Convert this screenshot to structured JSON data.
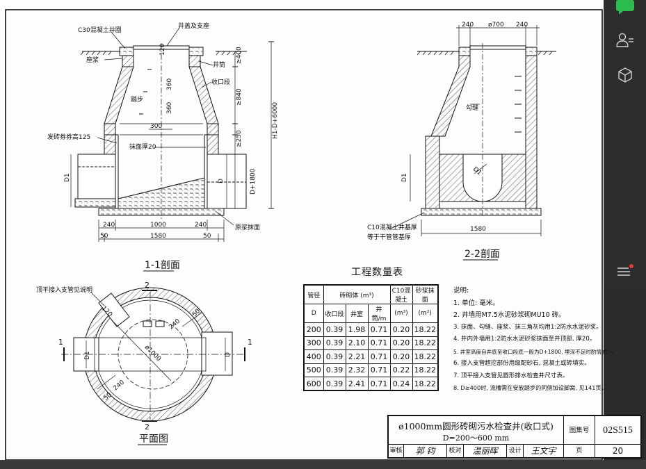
{
  "drawing": {
    "section_11": {
      "title": "1-1剖面",
      "labels": {
        "c30_ring": "C30混凝土井圈",
        "cover": "井盖及支座",
        "mortar": "座浆",
        "shaft": "井筒",
        "step": "踏步",
        "reducer": "收口段",
        "brick_arch": "发砖券券高125",
        "plaster": "抹面厚20",
        "base_label": "原浆抹面"
      },
      "dims": {
        "d120": "120",
        "d360a": "360",
        "d360b": "360",
        "d300": "300",
        "d400": "≥400",
        "d840": "≥840",
        "d250": "≥250",
        "dD1800": "D+1800",
        "dH": "H1-D+6000",
        "dD1": "D1",
        "dD": "D",
        "b240a": "240",
        "b1000": "1000",
        "b240b": "240",
        "b50a": "50",
        "b1580": "1580",
        "b50b": "50"
      }
    },
    "section_22": {
      "title": "2-2剖面",
      "labels": {
        "joint": "勾缝",
        "base": "C10混凝土井基厚",
        "base2": "等于干管管基厚"
      },
      "dims": {
        "t240a": "240",
        "t700": "ø700",
        "t240b": "240",
        "dD1": "D1",
        "dD": "D1",
        "b1580": "1580"
      }
    },
    "plan": {
      "title": "平面图",
      "labels": {
        "top_flat": "顶平接入支管见说明",
        "d1000": "ø1000",
        "d240a": "240",
        "d240b": "240",
        "d50a": "50",
        "d50b": "50",
        "d120": "120",
        "d1": "D1",
        "d": "D",
        "sec1": "1",
        "sec1b": "1",
        "sec2": "2",
        "sec2b": "2"
      }
    }
  },
  "quantity_table": {
    "title": "工程数量表",
    "headers": {
      "diameter": "管径",
      "diameter_sub": "D",
      "brick": "砖砌体 (m³)",
      "c10": "C10混凝土",
      "c10_unit": "(m³)",
      "plaster": "砂浆抹面",
      "plaster_unit": "(m²)",
      "brick_sub": [
        "收口段",
        "井室",
        "井筒/m"
      ]
    },
    "rows": [
      [
        "200",
        "0.39",
        "1.98",
        "0.71",
        "0.20",
        "18.22"
      ],
      [
        "300",
        "0.39",
        "2.10",
        "0.71",
        "0.20",
        "18.22"
      ],
      [
        "400",
        "0.39",
        "2.21",
        "0.71",
        "0.20",
        "18.22"
      ],
      [
        "500",
        "0.39",
        "2.32",
        "0.71",
        "0.22",
        "18.22"
      ],
      [
        "600",
        "0.39",
        "2.41",
        "0.71",
        "0.24",
        "18.22"
      ]
    ]
  },
  "notes": {
    "heading": "说明:",
    "items": [
      "1. 单位: 毫米。",
      "2. 井墙用M7.5水泥砂浆砌MU10 砖。",
      "3. 抹面、勾缝、座浆、抹三角灰均用1:2防水水泥砂浆。",
      "4. 井内外墙用1:2防水水泥砂浆抹面至井顶部, 厚20。",
      "5. 井室高度自井底至收口段底一般为D+1800, 埋深不足时酌情减少。",
      "6. 接入支管超挖部份用级配砂石, 混凝土或砖填实。",
      "7. 顶平接入支管见圆形排水检查井尺寸表。",
      "8. D≥400时, 流槽需在安放踏步的同侧加设脚窝, 见141页。"
    ]
  },
  "title_block": {
    "title": "ø1000mm圆形砖砌污水检查井(收口式)",
    "subtitle": "D=200～600 mm",
    "atlas_label": "图集号",
    "atlas_code": "02S515",
    "review": "审核",
    "check": "校对",
    "design": "设计",
    "page_label": "页",
    "page": "20",
    "sig_review": "郭 钧",
    "sig_check": "温丽晖",
    "sig_design": "王文宇"
  },
  "side_panel": {
    "icons": [
      "chat-icon",
      "contacts-icon",
      "cube-icon",
      "menu-icon"
    ],
    "accent": "#2bbb4f",
    "badge": "#e53935"
  }
}
